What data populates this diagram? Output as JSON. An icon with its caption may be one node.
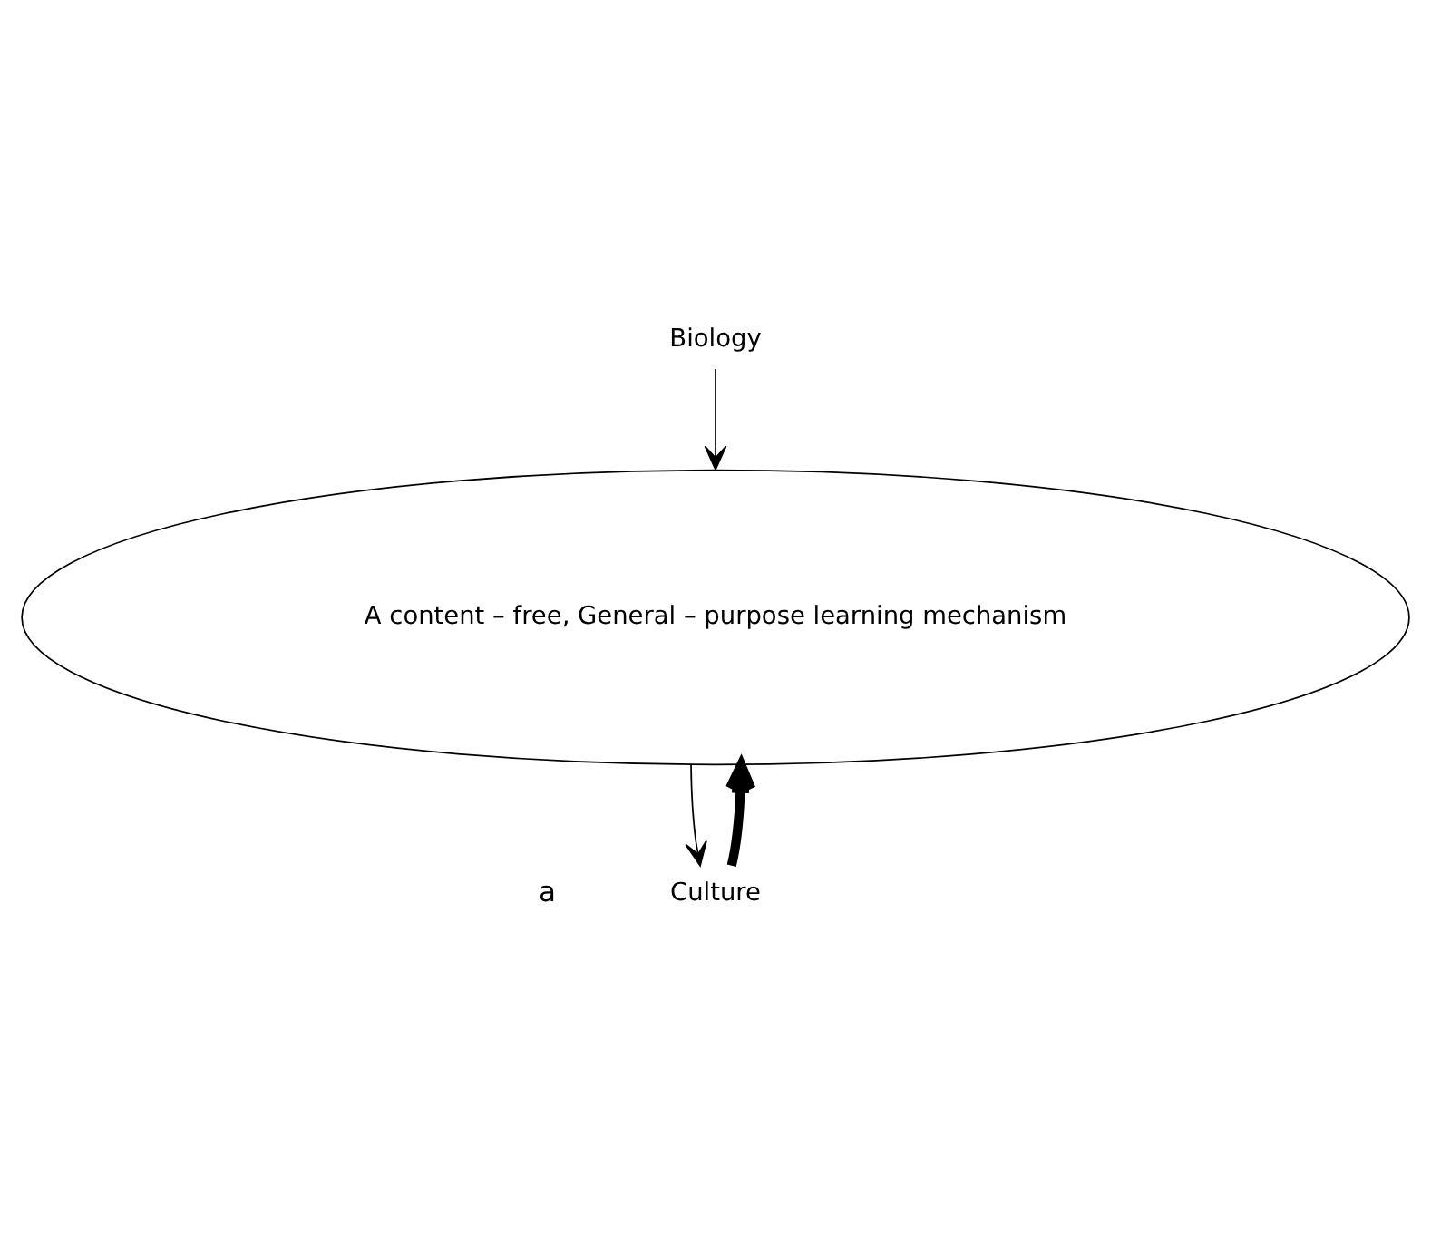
{
  "diagram": {
    "nodes": [
      {
        "text": [
          "Biology"
        ]
      },
      {
        "text": [
          "A content – free, General – purpose learning mechanism"
        ]
      },
      {
        "text": [
          "Culture"
        ]
      }
    ],
    "edges": [
      {
        "from": 0,
        "to": 1,
        "arrow": "to"
      },
      {
        "from": 2,
        "to": 1,
        "arrow": "to",
        "style": "thick"
      },
      {
        "from": 1,
        "to": 2,
        "arrow": "to"
      }
    ],
    "labels": [
      "a"
    ]
  }
}
